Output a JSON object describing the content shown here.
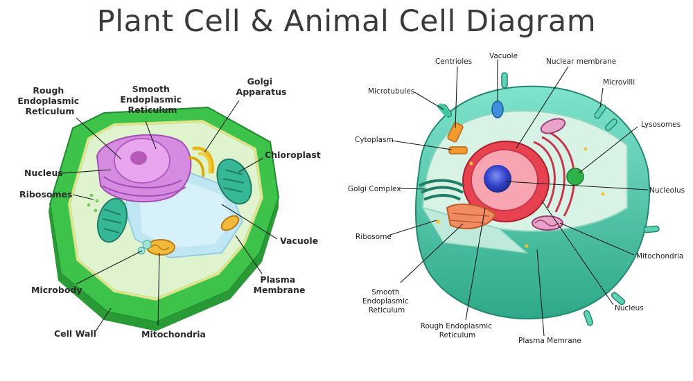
{
  "title": "Plant Cell & Animal Cell Diagram",
  "plant_labels": {
    "rough_er": [
      "Rough",
      "Endoplasmic",
      "Reticulum"
    ],
    "smooth_er": [
      "Smooth",
      "Endoplasmic",
      "Reticulum"
    ],
    "golgi": [
      "Golgi",
      "Apparatus"
    ],
    "chloroplast": "Chloroplast",
    "nucleus": "Nucleus",
    "ribosomes": "Ribosomes",
    "vacuole": "Vacuole",
    "plasma_membrane": [
      "Plasma",
      "Membrane"
    ],
    "microbody": "Microbody",
    "cell_wall": "Cell Wall",
    "mitochondria": "Mitochondria"
  },
  "animal_labels": {
    "centrioles": "Centrioles",
    "vacuole": "Vacuole",
    "nuclear_membrane": "Nuclear membrane",
    "microvilli": "Microvilli",
    "microtubules": "Microtubules",
    "lysosomes": "Lysosomes",
    "cytoplasm": "Cytoplasm",
    "golgi_complex": "Golgi Complex",
    "nucleolus": "Nucleolus",
    "ribosome": "Ribosome",
    "mitochondria": "Mitochondria",
    "smooth_er": [
      "Smooth",
      "Endoplasmic",
      "Reticulum"
    ],
    "nucleus": "Nucleus",
    "rough_er": [
      "Rough Endoplasmic",
      "Reticulum"
    ],
    "plasma_membrane": "Plasma Memrane"
  }
}
